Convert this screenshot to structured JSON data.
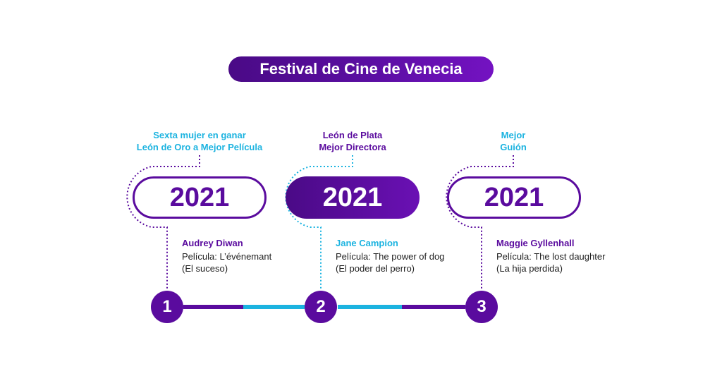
{
  "title": "Festival de Cine de Venecia",
  "colors": {
    "purple": "#5a0b9e",
    "cyan": "#1bb3e0"
  },
  "entries": [
    {
      "annotation": [
        "Sexta mujer en ganar",
        "León de Oro a Mejor Película"
      ],
      "annotation_color": "#1bb3e0",
      "year": "2021",
      "style": "outline",
      "name": "Audrey Diwan",
      "name_color": "#5a0b9e",
      "film_lines": [
        "Película: L’événemant",
        "(El suceso)"
      ],
      "step": "1"
    },
    {
      "annotation": [
        "León de Plata",
        "Mejor Directora"
      ],
      "annotation_color": "#5a0b9e",
      "year": "2021",
      "style": "filled",
      "name": "Jane Campion",
      "name_color": "#1bb3e0",
      "film_lines": [
        "Película: The power of dog",
        "(El poder del perro)"
      ],
      "step": "2"
    },
    {
      "annotation": [
        "Mejor",
        "Guión"
      ],
      "annotation_color": "#1bb3e0",
      "year": "2021",
      "style": "outline",
      "name": "Maggie Gyllenhall",
      "name_color": "#5a0b9e",
      "film_lines": [
        "Película: The lost daughter",
        "(La hija perdida)"
      ],
      "step": "3"
    }
  ]
}
